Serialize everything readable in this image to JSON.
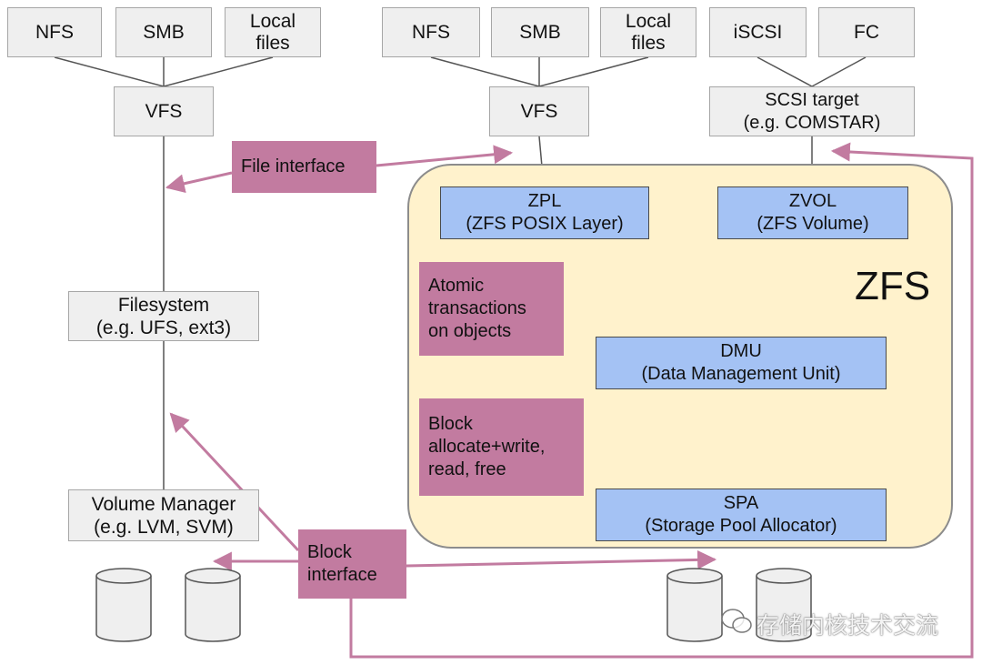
{
  "left_stack": {
    "protocols": [
      "NFS",
      "SMB",
      "Local\nfiles"
    ],
    "vfs": "VFS",
    "filesystem": "Filesystem\n(e.g. UFS, ext3)",
    "volume_manager": "Volume Manager\n(e.g. LVM, SVM)"
  },
  "middle_stack": {
    "protocols": [
      "NFS",
      "SMB",
      "Local\nfiles"
    ],
    "vfs": "VFS"
  },
  "right_stack": {
    "protocols": [
      "iSCSI",
      "FC"
    ],
    "scsi_target": "SCSI target\n(e.g. COMSTAR)"
  },
  "zfs": {
    "title": "ZFS",
    "zpl": "ZPL\n(ZFS POSIX Layer)",
    "zvol": "ZVOL\n(ZFS Volume)",
    "dmu": "DMU\n(Data Management Unit)",
    "spa": "SPA\n(Storage Pool Allocator)"
  },
  "interfaces": {
    "file_interface": "File interface",
    "atomic_transactions": "Atomic\ntransactions\non objects",
    "block_ops": "Block\nallocate+write,\nread, free",
    "block_interface": "Block\ninterface"
  },
  "watermark": "存储内核技术交流",
  "colors": {
    "grey_box": "#efefef",
    "blue_box": "#a4c2f4",
    "pink_box": "#c27ba0",
    "arrow": "#c27ba0",
    "zfs_background": "#fff2cc"
  }
}
